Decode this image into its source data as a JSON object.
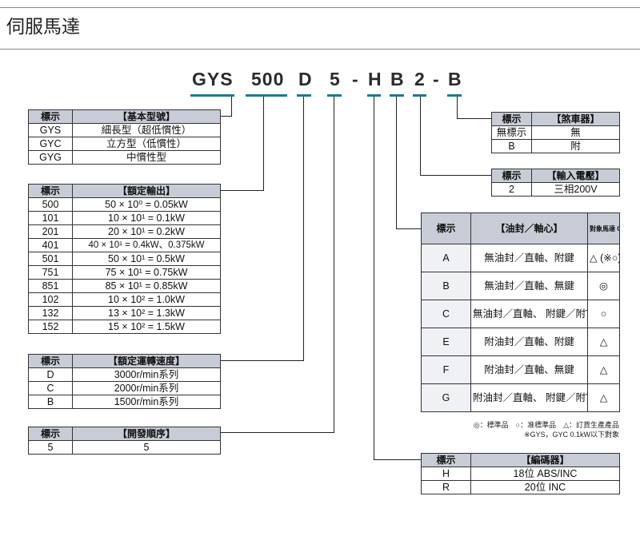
{
  "title": "伺服馬達",
  "model": {
    "parts": [
      "GYS",
      "500",
      "D",
      "5",
      "-",
      "H",
      "B",
      "2",
      "-",
      "B"
    ]
  },
  "tables": {
    "base": {
      "headers": [
        "標示",
        "【基本型號】"
      ],
      "rows": [
        [
          "GYS",
          "細長型（超低慣性）"
        ],
        [
          "GYC",
          "立方型（低慣性）"
        ],
        [
          "GYG",
          "中慣性型"
        ]
      ]
    },
    "output": {
      "headers": [
        "標示",
        "【額定輸出】"
      ],
      "rows": [
        [
          "500",
          "50 × 10⁰ = 0.05kW"
        ],
        [
          "101",
          "10 × 10¹ = 0.1kW"
        ],
        [
          "201",
          "20 × 10¹ = 0.2kW"
        ],
        [
          "401",
          "40 × 10¹ = 0.4kW、0.375kW"
        ],
        [
          "501",
          "50 × 10¹ = 0.5kW"
        ],
        [
          "751",
          "75 × 10¹ = 0.75kW"
        ],
        [
          "851",
          "85 × 10¹ = 0.85kW"
        ],
        [
          "102",
          "10 × 10² = 1.0kW"
        ],
        [
          "132",
          "13 × 10² = 1.3kW"
        ],
        [
          "152",
          "15 × 10² = 1.5kW"
        ]
      ]
    },
    "speed": {
      "headers": [
        "標示",
        "【額定運轉速度】"
      ],
      "rows": [
        [
          "D",
          "3000r/min系列"
        ],
        [
          "C",
          "2000r/min系列"
        ],
        [
          "B",
          "1500r/min系列"
        ]
      ]
    },
    "dev": {
      "headers": [
        "標示",
        "【開發順序】"
      ],
      "rows": [
        [
          "5",
          "5"
        ]
      ]
    },
    "brake": {
      "headers": [
        "標示",
        "【煞車器】"
      ],
      "rows": [
        [
          "無標示",
          "無"
        ],
        [
          "B",
          "附"
        ]
      ]
    },
    "voltage": {
      "headers": [
        "標示",
        "【輸入電壓】"
      ],
      "rows": [
        [
          "2",
          "三相200V"
        ]
      ]
    },
    "seal": {
      "headers": [
        "標示",
        "【油封／軸心】",
        "對象馬達\nGYS, GYC,\nGYG"
      ],
      "rows": [
        [
          "A",
          "無油封／直軸、附鍵",
          "△\n(※○)"
        ],
        [
          "B",
          "無油封／直軸、無鍵",
          "◎"
        ],
        [
          "C",
          "無油封／直軸、\n附鍵／附Tap",
          "○"
        ],
        [
          "E",
          "附油封／直軸、附鍵",
          "△"
        ],
        [
          "F",
          "附油封／直軸、無鍵",
          "△"
        ],
        [
          "G",
          "附油封／直軸、\n附鍵／附Tap",
          "△"
        ]
      ],
      "note_line1": "◎：標準品　○：准標準品　△：訂貨生產產品",
      "note_line2": "※GYS，GYC 0.1kW以下對象"
    },
    "encoder": {
      "headers": [
        "標示",
        "【編碼器】"
      ],
      "rows": [
        [
          "H",
          "18位 ABS/INC"
        ],
        [
          "R",
          "20位 INC"
        ]
      ]
    }
  }
}
